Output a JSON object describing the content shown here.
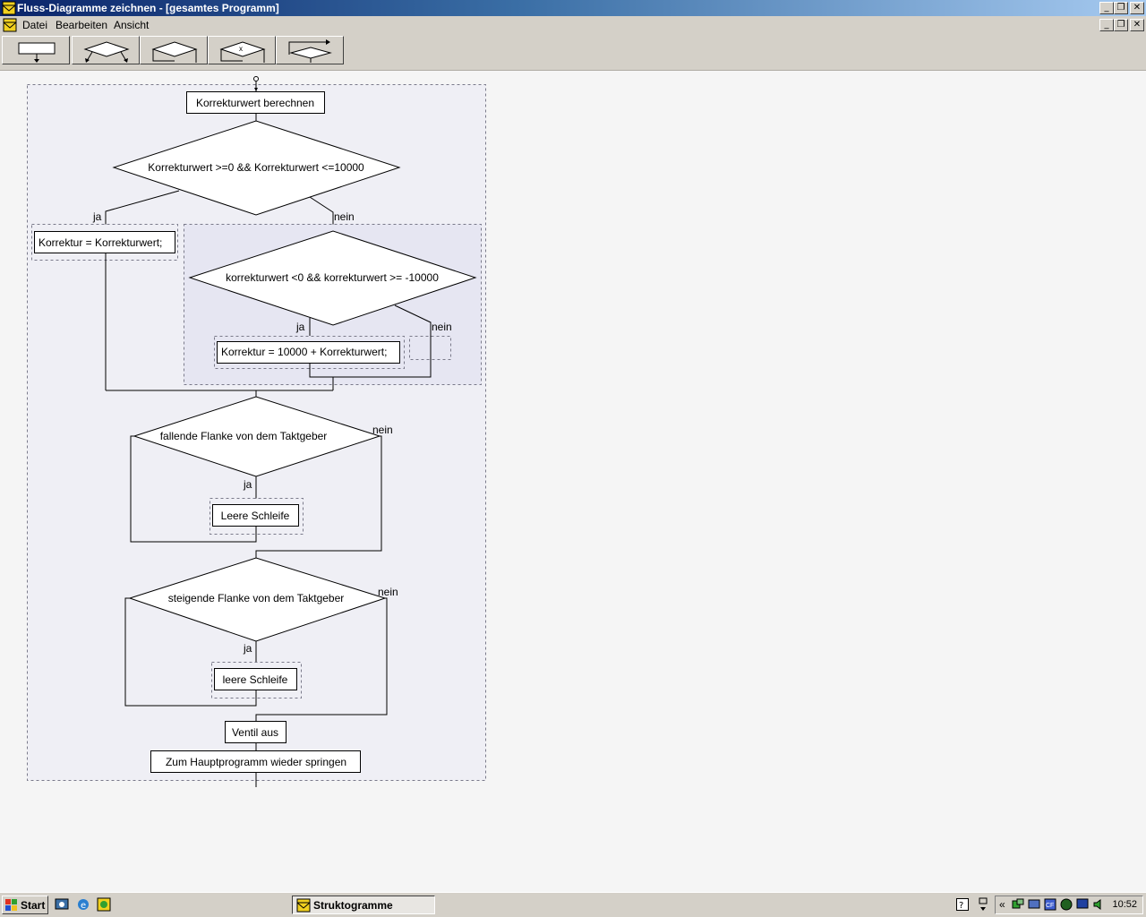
{
  "window": {
    "title": "Fluss-Diagramme zeichnen - [gesamtes Programm]",
    "controls": [
      "_",
      "❐",
      "✕"
    ]
  },
  "menu": {
    "items": [
      "Datei",
      "Bearbeiten",
      "Ansicht"
    ]
  },
  "toolbar": {
    "buttons": [
      "process-block-tool",
      "branch-tool",
      "while-loop-tool",
      "case-tool",
      "do-while-loop-tool"
    ]
  },
  "diagram": {
    "block_1": "Korrekturwert berechnen",
    "decision_1": "Korrekturwert >=0   &&   Korrekturwert <=10000",
    "decision_1_yes": "ja",
    "decision_1_no": "nein",
    "block_2": "Korrektur = Korrekturwert;",
    "decision_2": "korrekturwert <0   &&   korrekturwert >= -10000",
    "decision_2_yes": "ja",
    "decision_2_no": "nein",
    "block_3": "Korrektur = 10000 + Korrekturwert;",
    "loop_1": "fallende Flanke von dem Taktgeber",
    "loop_1_yes": "ja",
    "loop_1_no": "nein",
    "block_4": "Leere Schleife",
    "loop_2": "steigende Flanke von dem Taktgeber",
    "loop_2_yes": "ja",
    "loop_2_no": "nein",
    "block_5": "leere Schleife",
    "block_6": "Ventil aus",
    "block_7": "Zum Hauptprogramm wieder springen"
  },
  "taskbar": {
    "start_label": "Start",
    "task_label": "Struktogramme",
    "tray_expand": "«",
    "clock": "10:52"
  },
  "colors": {
    "titlebar_start": "#0a246a",
    "titlebar_end": "#a6caf0",
    "panel": "#d4d0c8",
    "diagram_bg": "#efeff5",
    "nested_bg": "#e6e6f2"
  }
}
